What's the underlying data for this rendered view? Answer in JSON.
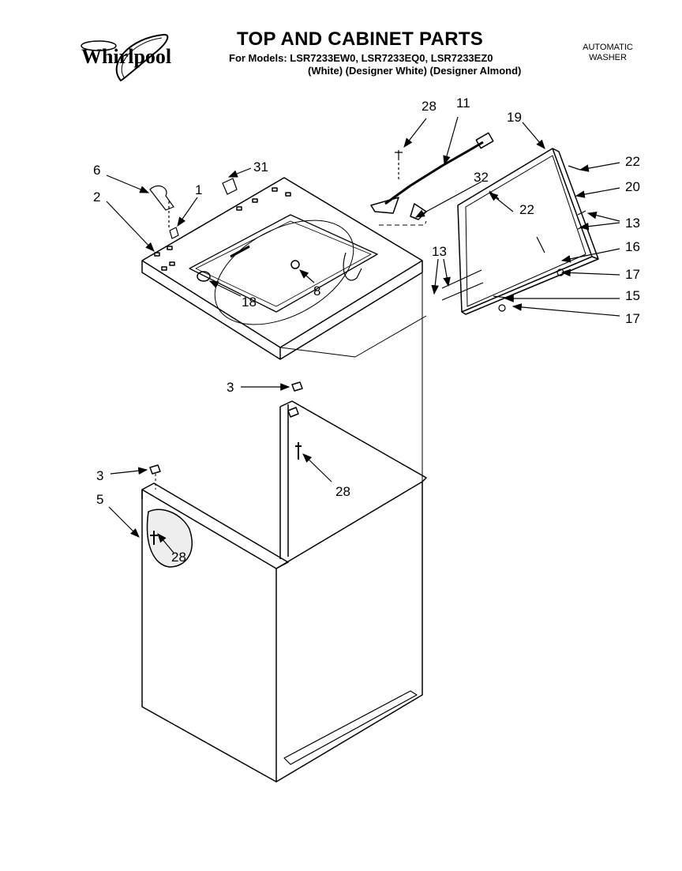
{
  "header": {
    "brand": "Whirlpool",
    "title": "TOP AND CABINET PARTS",
    "models": "For Models: LSR7233EW0, LSR7233EQ0, LSR7233EZ0",
    "colors": "(White) (Designer White) (Designer Almond)",
    "product_line1": "AUTOMATIC",
    "product_line2": "WASHER"
  },
  "callouts": {
    "c28a": "28",
    "c11": "11",
    "c19": "19",
    "c6": "6",
    "c31": "31",
    "c1": "1",
    "c2": "2",
    "c32": "32",
    "c22a": "22",
    "c22b": "22",
    "c20": "20",
    "c13a": "13",
    "c16": "16",
    "c17a": "17",
    "c13b": "13",
    "c15": "15",
    "c17b": "17",
    "c8": "8",
    "c18": "18",
    "c3a": "3",
    "c28b": "28",
    "c3b": "3",
    "c5": "5",
    "c28c": "28"
  }
}
